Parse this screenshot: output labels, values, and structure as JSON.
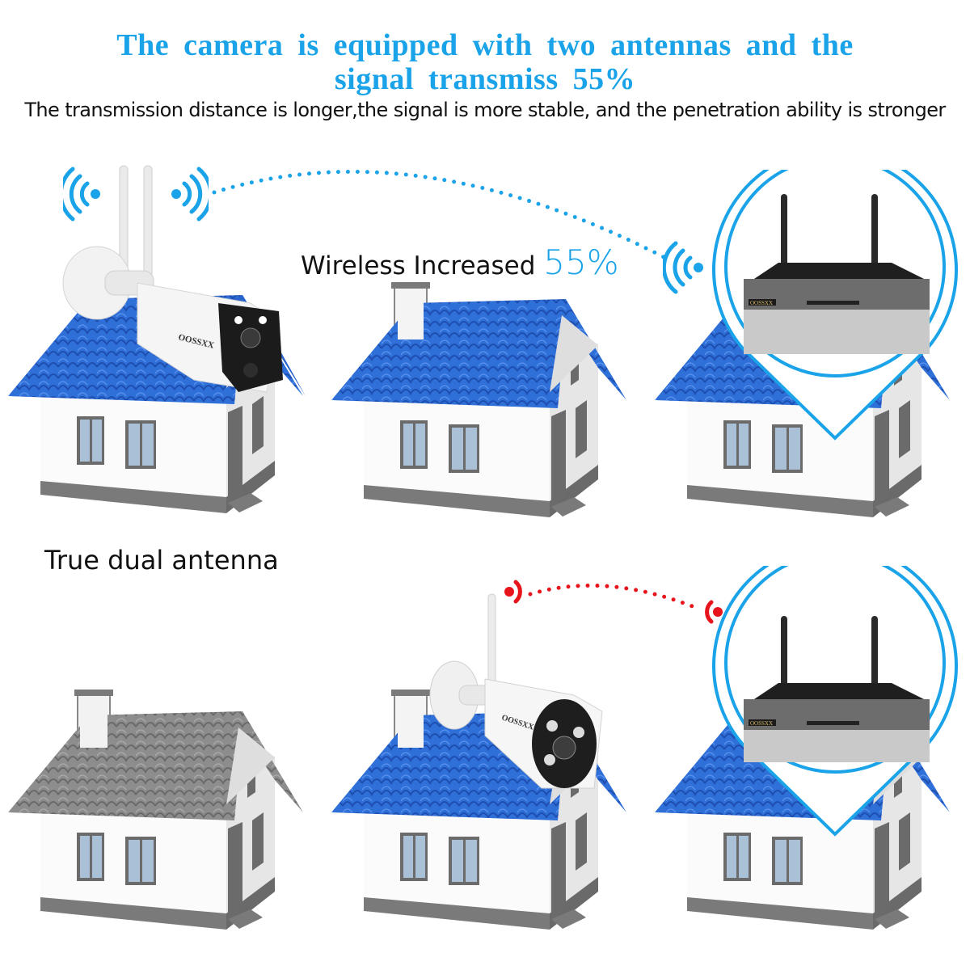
{
  "header": {
    "title_line1": "The camera is equipped with two antennas and the",
    "title_line2": "signal transmiss 55%",
    "subtitle": "The transmission distance is longer,the signal is more stable, and the penetration ability is stronger"
  },
  "top_row": {
    "wireless_label": "Wireless Increased",
    "wireless_percent": "55%",
    "camera_caption": "True dual antenna",
    "camera_brand": "OOSSXX",
    "nvr_brand": "OOSSXX",
    "signal_color": "#1aa3e8",
    "roof_color": "#2f6fd8"
  },
  "bottom_row": {
    "camera_brand": "OOSSXX",
    "nvr_brand": "OOSSXX",
    "signal_color": "#e8141c",
    "roof_gray": "#8a8a8a",
    "roof_color": "#3a72d6"
  },
  "colors": {
    "accent": "#1aa3e8",
    "weak_signal": "#e8141c",
    "text": "#111111"
  }
}
